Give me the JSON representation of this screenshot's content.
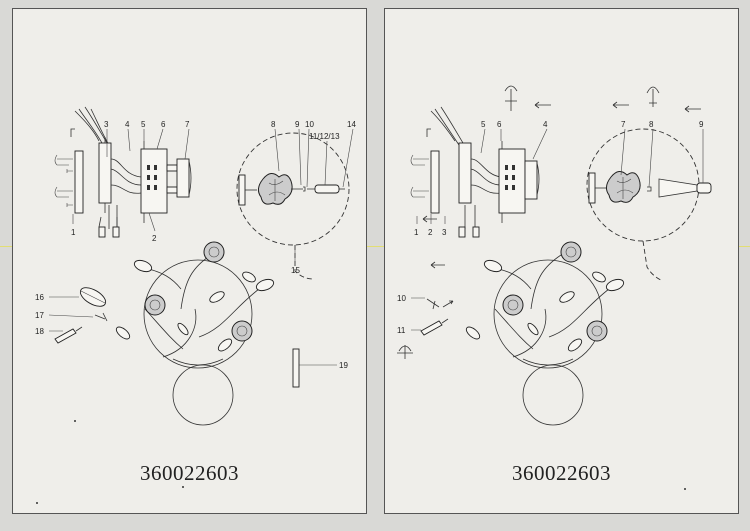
{
  "sheets": [
    {
      "code": "360022603",
      "labels": {
        "n1": "1",
        "n2": "2",
        "n3": "3",
        "n4": "4",
        "n5": "5",
        "n6": "6",
        "n7": "7",
        "n8": "8",
        "n9": "9",
        "n10": "10",
        "n111213": "11/12/13",
        "n14": "14",
        "n15": "15",
        "n16": "16",
        "n17": "17",
        "n18": "18",
        "n19": "19"
      }
    },
    {
      "code": "360022603",
      "labels": {
        "n1": "1",
        "n2": "2",
        "n3": "3",
        "n4": "4",
        "n5": "5",
        "n6": "6",
        "n7": "7",
        "n8": "8",
        "n9": "9",
        "n10": "10",
        "n11": "11"
      }
    }
  ]
}
